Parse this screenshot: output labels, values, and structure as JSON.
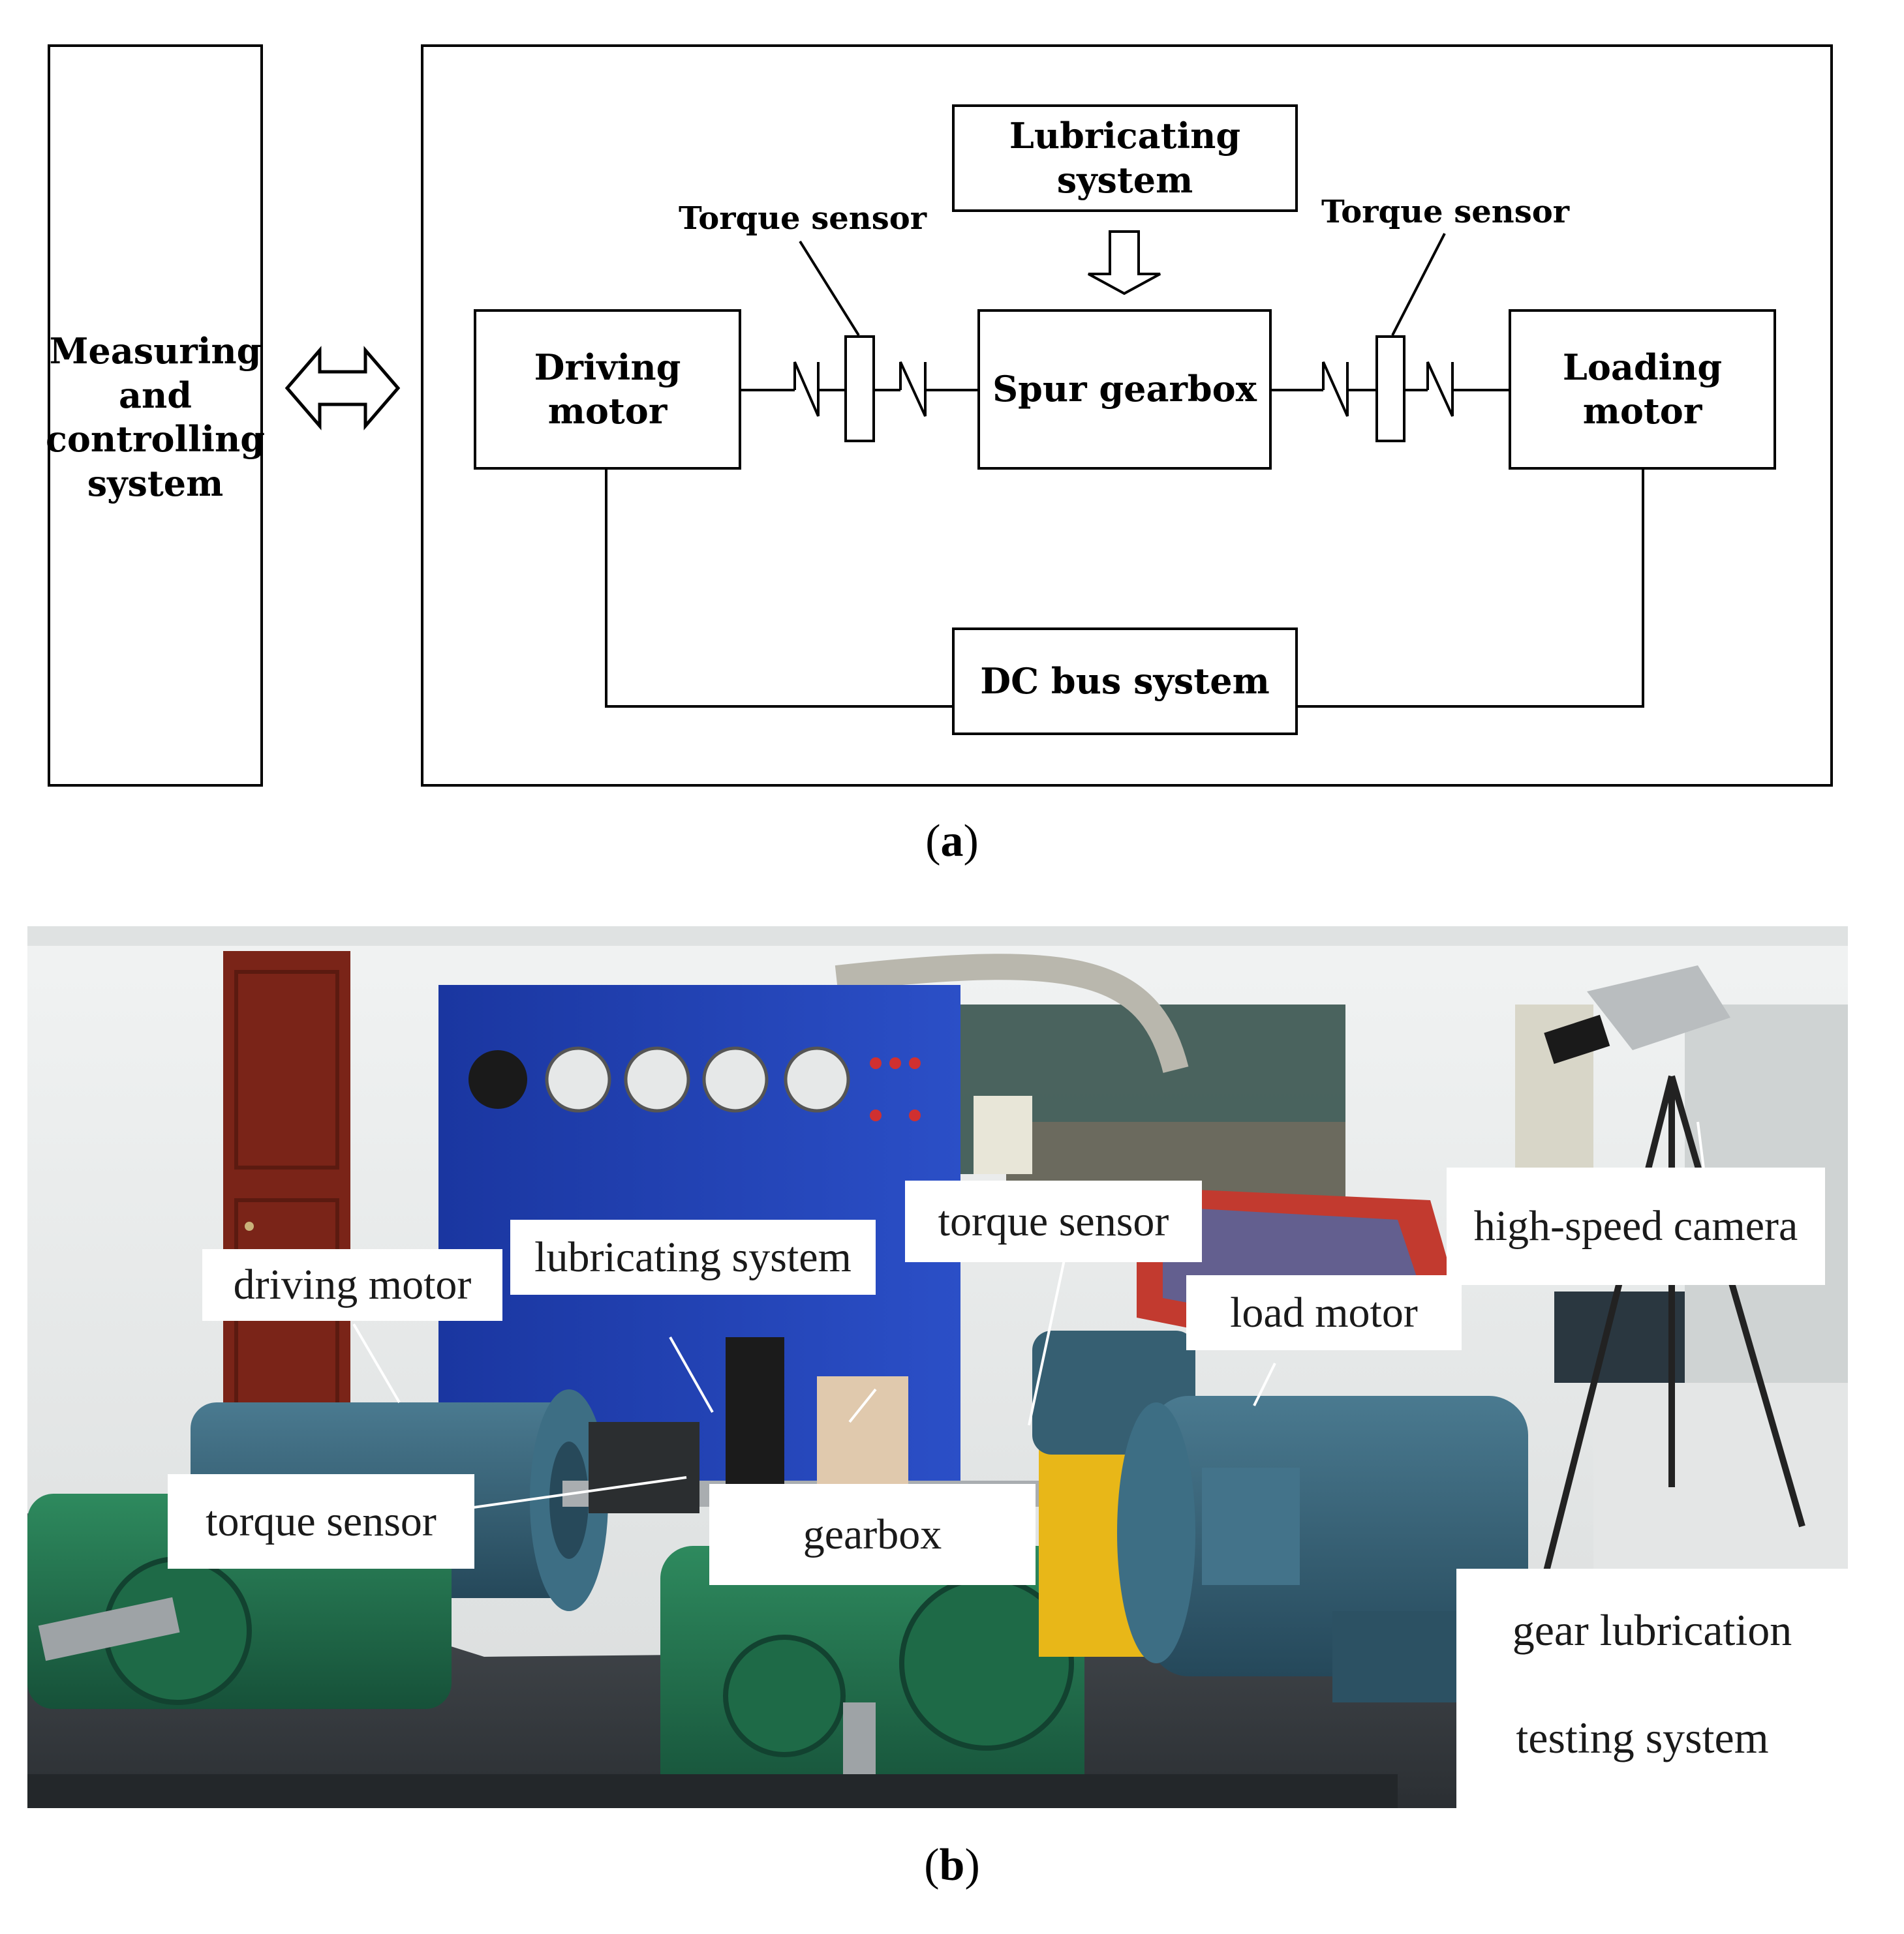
{
  "panel_a": {
    "measuring_box": "Measuring and controlling system",
    "driving_motor": "Driving motor",
    "spur_gearbox": "Spur gearbox",
    "loading_motor": "Loading motor",
    "lubricating_system": "Lubricating system",
    "dc_bus_system": "DC bus system",
    "torque_sensor_left": "Torque sensor",
    "torque_sensor_right": "Torque sensor",
    "caption_open": "(",
    "caption_letter": "a",
    "caption_close": ")"
  },
  "panel_b": {
    "labels": {
      "driving_motor": "driving motor",
      "lubricating_system": "lubricating system",
      "torque_sensor_top": "torque sensor",
      "high_speed_camera": "high-speed camera",
      "load_motor": "load motor",
      "torque_sensor_bottom": "torque sensor",
      "gearbox": "gearbox",
      "system_line1": "gear lubrication",
      "system_line2": "testing system"
    },
    "caption_open": "(",
    "caption_letter": "b",
    "caption_close": ")"
  },
  "colors": {
    "control_cabinet": "#1f3fb0",
    "gearbox_green": "#1f6e4a",
    "motor_teal": "#2f5d73",
    "coupling_yellow": "#e8b718",
    "wall": "#e9ecee",
    "floor": "#3b4148",
    "door": "#7a2418"
  }
}
